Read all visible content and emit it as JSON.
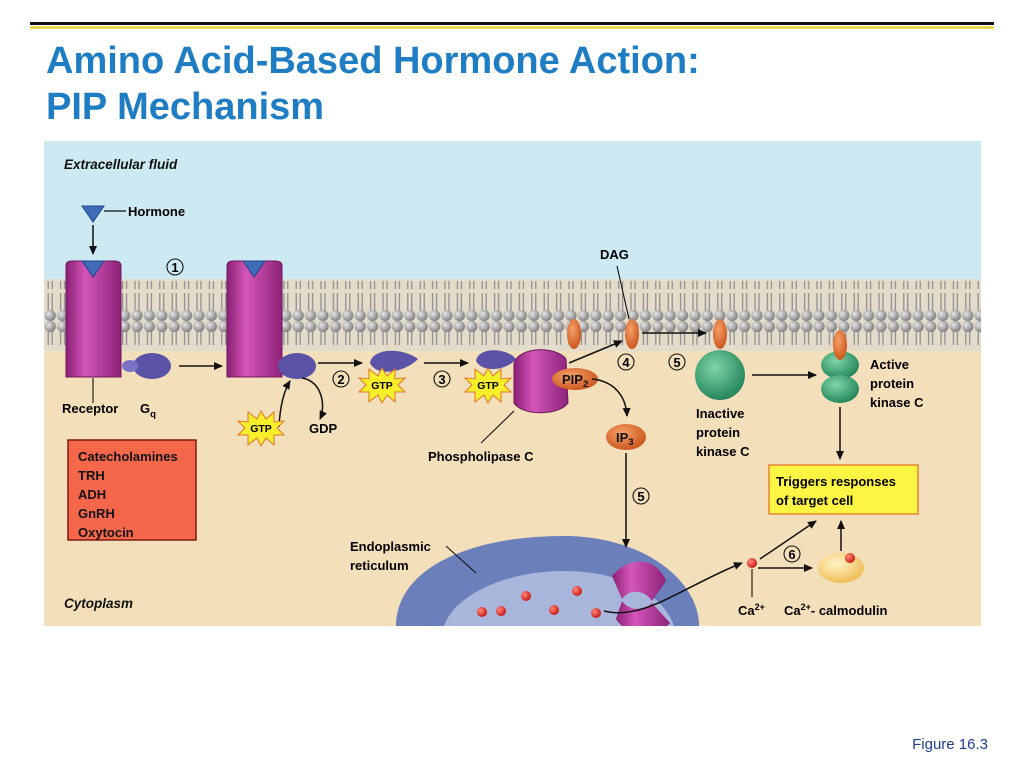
{
  "slide": {
    "title_line1": "Amino Acid-Based Hormone Action:",
    "title_line2": "PIP Mechanism",
    "figure_label": "Figure 16.3"
  },
  "diagram": {
    "regions": {
      "extracellular": "Extracellular fluid",
      "cytoplasm": "Cytoplasm"
    },
    "labels": {
      "hormone": "Hormone",
      "dag": "DAG",
      "receptor": "Receptor",
      "g": "G",
      "g_sub": "q",
      "gtp": "GTP",
      "gdp": "GDP",
      "pip": "PIP",
      "pip_sub": "2",
      "ip": "IP",
      "ip_sub": "3",
      "phospholipase": "Phospholipase C",
      "inactive_pkc": [
        "Inactive",
        "protein",
        "kinase C"
      ],
      "active_pkc": [
        "Active",
        "protein",
        "kinase C"
      ],
      "triggers": [
        "Triggers responses",
        "of target cell"
      ],
      "er": [
        "Endoplasmic",
        "reticulum"
      ],
      "ca": "Ca",
      "ca_sup": "2+",
      "ca_calmodulin": "- calmodulin"
    },
    "steps": [
      "1",
      "2",
      "3",
      "4",
      "5",
      "5",
      "6"
    ],
    "hormones_list": [
      "Catecholamines",
      "TRH",
      "ADH",
      "GnRH",
      "Oxytocin"
    ]
  },
  "colors": {
    "title": "#1f7dc4",
    "extracellular_bg": "#cdeaf3",
    "cytoplasm_bg": "#f4dfbb",
    "receptor": "#b8349c",
    "g_protein": "#5a53a8",
    "gtp_star": "#f7ef2a",
    "pkc": "#2e9e6a",
    "dag_orange": "#e3742b",
    "triggers_box": "#fdf544",
    "hormones_box": "#f4674a",
    "er": "#6b7fba",
    "calcium": "#e3261f"
  }
}
